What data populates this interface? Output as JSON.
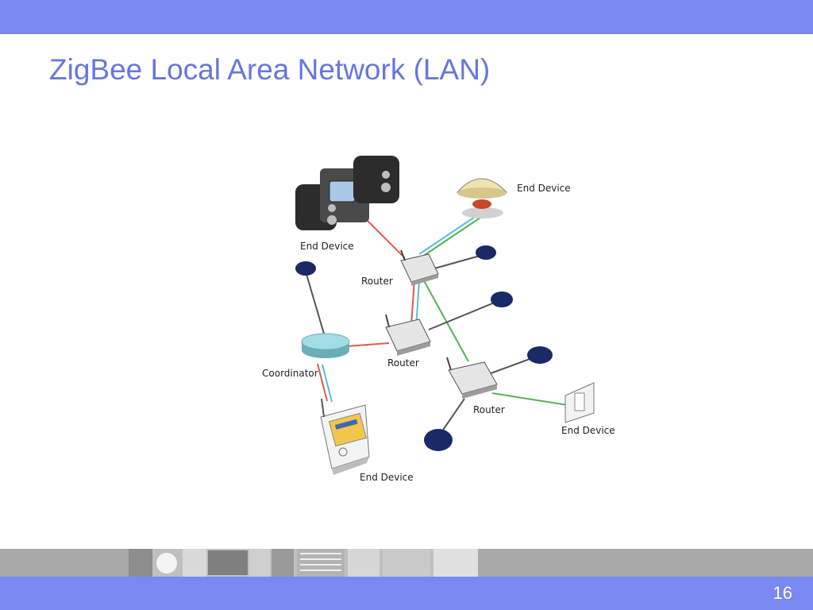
{
  "slide": {
    "title": "ZigBee Local Area Network (LAN)",
    "page_number": "16"
  },
  "diagram": {
    "labels": {
      "end_device_speakers": "End Device",
      "end_device_lamp": "End Device",
      "end_device_switch": "End Device",
      "end_device_panel": "End Device",
      "router_top": "Router",
      "router_middle": "Router",
      "router_right": "Router",
      "coordinator": "Coordinator"
    },
    "legend_colors": {
      "coordinator_link": "#e05a4e",
      "router_link": "#56c0d8",
      "end_device_link": "#53b253",
      "stub_link": "#555555",
      "unlabeled_node": "#1a2a66"
    }
  },
  "theme": {
    "band_color": "#7a88f2",
    "title_color": "#6677dd",
    "strip_color": "#a9a9a9"
  }
}
